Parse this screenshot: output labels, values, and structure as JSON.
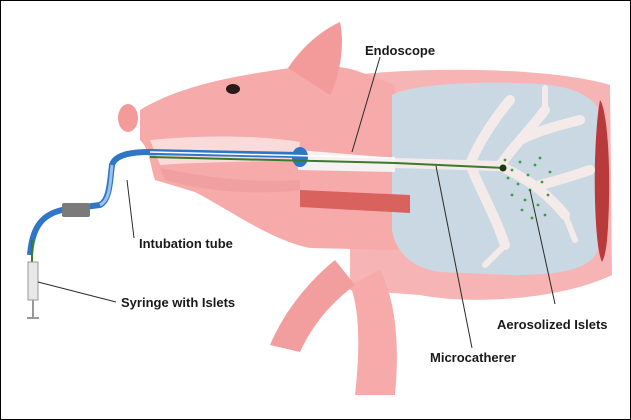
{
  "labels": {
    "endoscope": "Endoscope",
    "intubation_tube": "Intubation tube",
    "syringe": "Syringe with Islets",
    "aerosolized": "Aerosolized Islets",
    "microcatheter": "Microcatherer"
  },
  "colors": {
    "pig_skin": "#f7aaaa",
    "pig_skin_light": "#fbc8c8",
    "snout": "#f39b9b",
    "lung": "#c9d8e2",
    "airway": "#f7ecec",
    "muscle": "#c94444",
    "tube_blue": "#2f76c6",
    "catheter_green": "#3a7a2a",
    "islet_dots": "#3e9a3e"
  }
}
